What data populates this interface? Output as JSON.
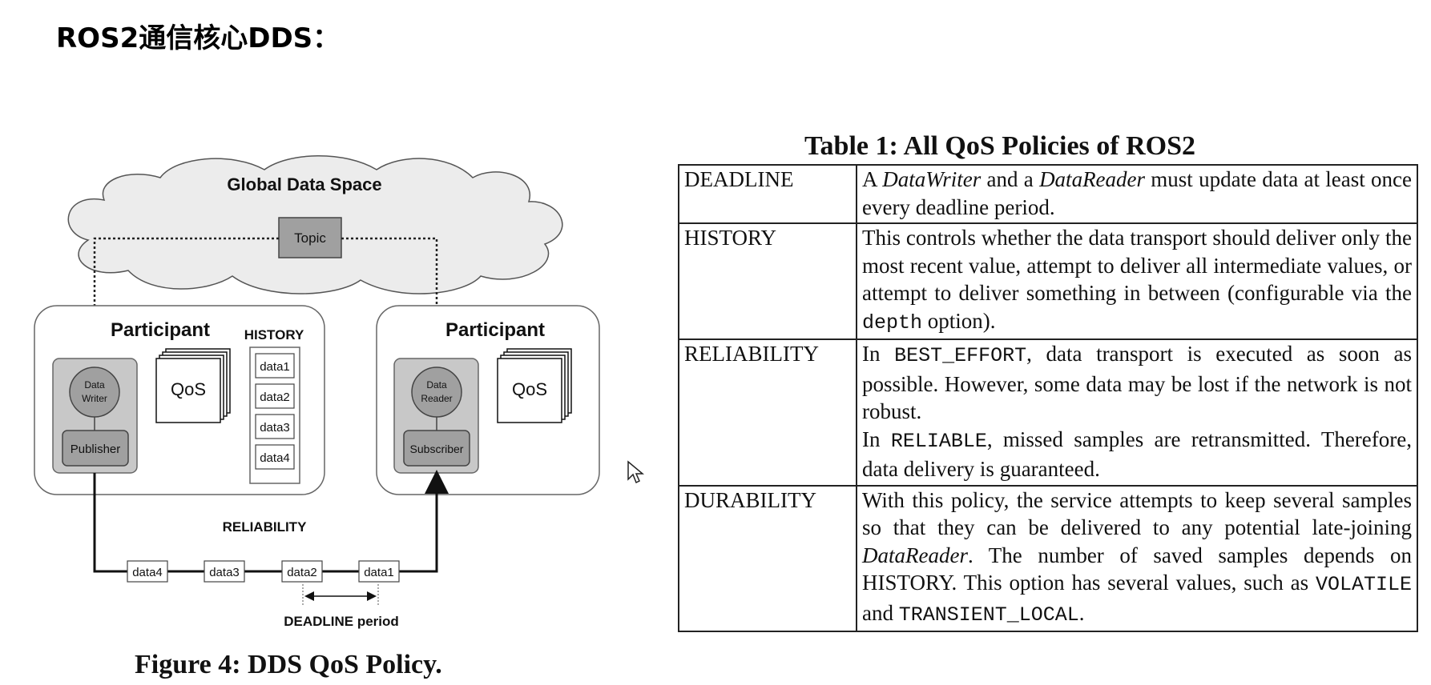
{
  "slide": {
    "title": "ROS2通信核心DDS："
  },
  "figure": {
    "cloud_label": "Global Data Space",
    "topic_label": "Topic",
    "participant_left_label": "Participant",
    "participant_right_label": "Participant",
    "history_label": "HISTORY",
    "history_items": [
      "data1",
      "data2",
      "data3",
      "data4"
    ],
    "qos_label": "QoS",
    "data_writer_label": [
      "Data",
      "Writer"
    ],
    "data_reader_label": [
      "Data",
      "Reader"
    ],
    "publisher_label": "Publisher",
    "subscriber_label": "Subscriber",
    "reliability_label": "RELIABILITY",
    "stream_items": [
      "data4",
      "data3",
      "data2",
      "data1"
    ],
    "deadline_label": "DEADLINE period",
    "caption": "Figure 4: DDS QoS Policy."
  },
  "table": {
    "title": "Table 1: All QoS Policies of ROS2",
    "rows": [
      {
        "policy": "DEADLINE",
        "parts": [
          {
            "t": "A "
          },
          {
            "t": "DataWriter",
            "i": true
          },
          {
            "t": " and a "
          },
          {
            "t": "DataReader",
            "i": true
          },
          {
            "t": " must update data at least once every deadline period."
          }
        ]
      },
      {
        "policy": "HISTORY",
        "parts": [
          {
            "t": "This controls whether the data transport should deliver only the most recent value, attempt to deliver all intermediate values, or attempt to deliver something in between (configurable via the "
          },
          {
            "t": "depth",
            "m": true
          },
          {
            "t": " option)."
          }
        ]
      },
      {
        "policy": "RELIABILITY",
        "parts": [
          {
            "t": "In "
          },
          {
            "t": "BEST_EFFORT",
            "m": true
          },
          {
            "t": ", data transport is executed as soon as possible.  However, some data may be lost if the network is not robust."
          },
          {
            "br": true
          },
          {
            "t": "In "
          },
          {
            "t": "RELIABLE",
            "m": true
          },
          {
            "t": ", missed samples are retransmitted. Therefore, data delivery is guaranteed."
          }
        ]
      },
      {
        "policy": "DURABILITY",
        "parts": [
          {
            "t": "With this policy, the service attempts to keep several samples so that they can be delivered to any potential late-joining "
          },
          {
            "t": "DataReader",
            "i": true
          },
          {
            "t": ".  The number of saved samples depends on HISTORY. This option has several values, such as "
          },
          {
            "t": "VOLATILE",
            "m": true
          },
          {
            "t": " and "
          },
          {
            "t": "TRANSIENT_LOCAL",
            "m": true
          },
          {
            "t": "."
          }
        ]
      }
    ]
  },
  "colors": {
    "box_gray": "#c8c8c8",
    "node_gray": "#a0a0a0",
    "cloud_fill": "#ececec"
  },
  "icons": {
    "cursor": "mouse-pointer-icon"
  }
}
